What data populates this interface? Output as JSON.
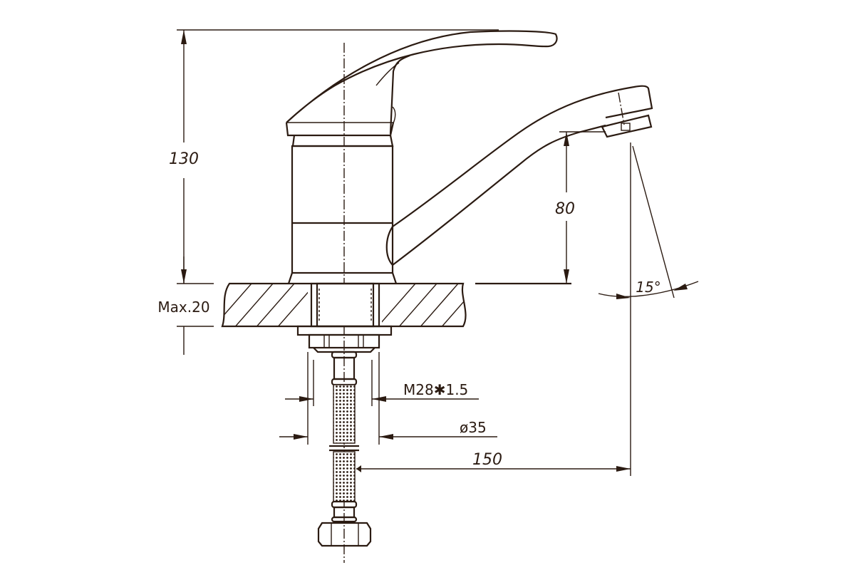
{
  "dimensions": {
    "total_height": "130",
    "spout_height": "80",
    "max_deck": "Max.20",
    "thread": "M28✱1.5",
    "diameter": "ø35",
    "reach": "150",
    "angle": "15°"
  },
  "colors": {
    "ink": "#2b1b12",
    "background": "#ffffff"
  }
}
